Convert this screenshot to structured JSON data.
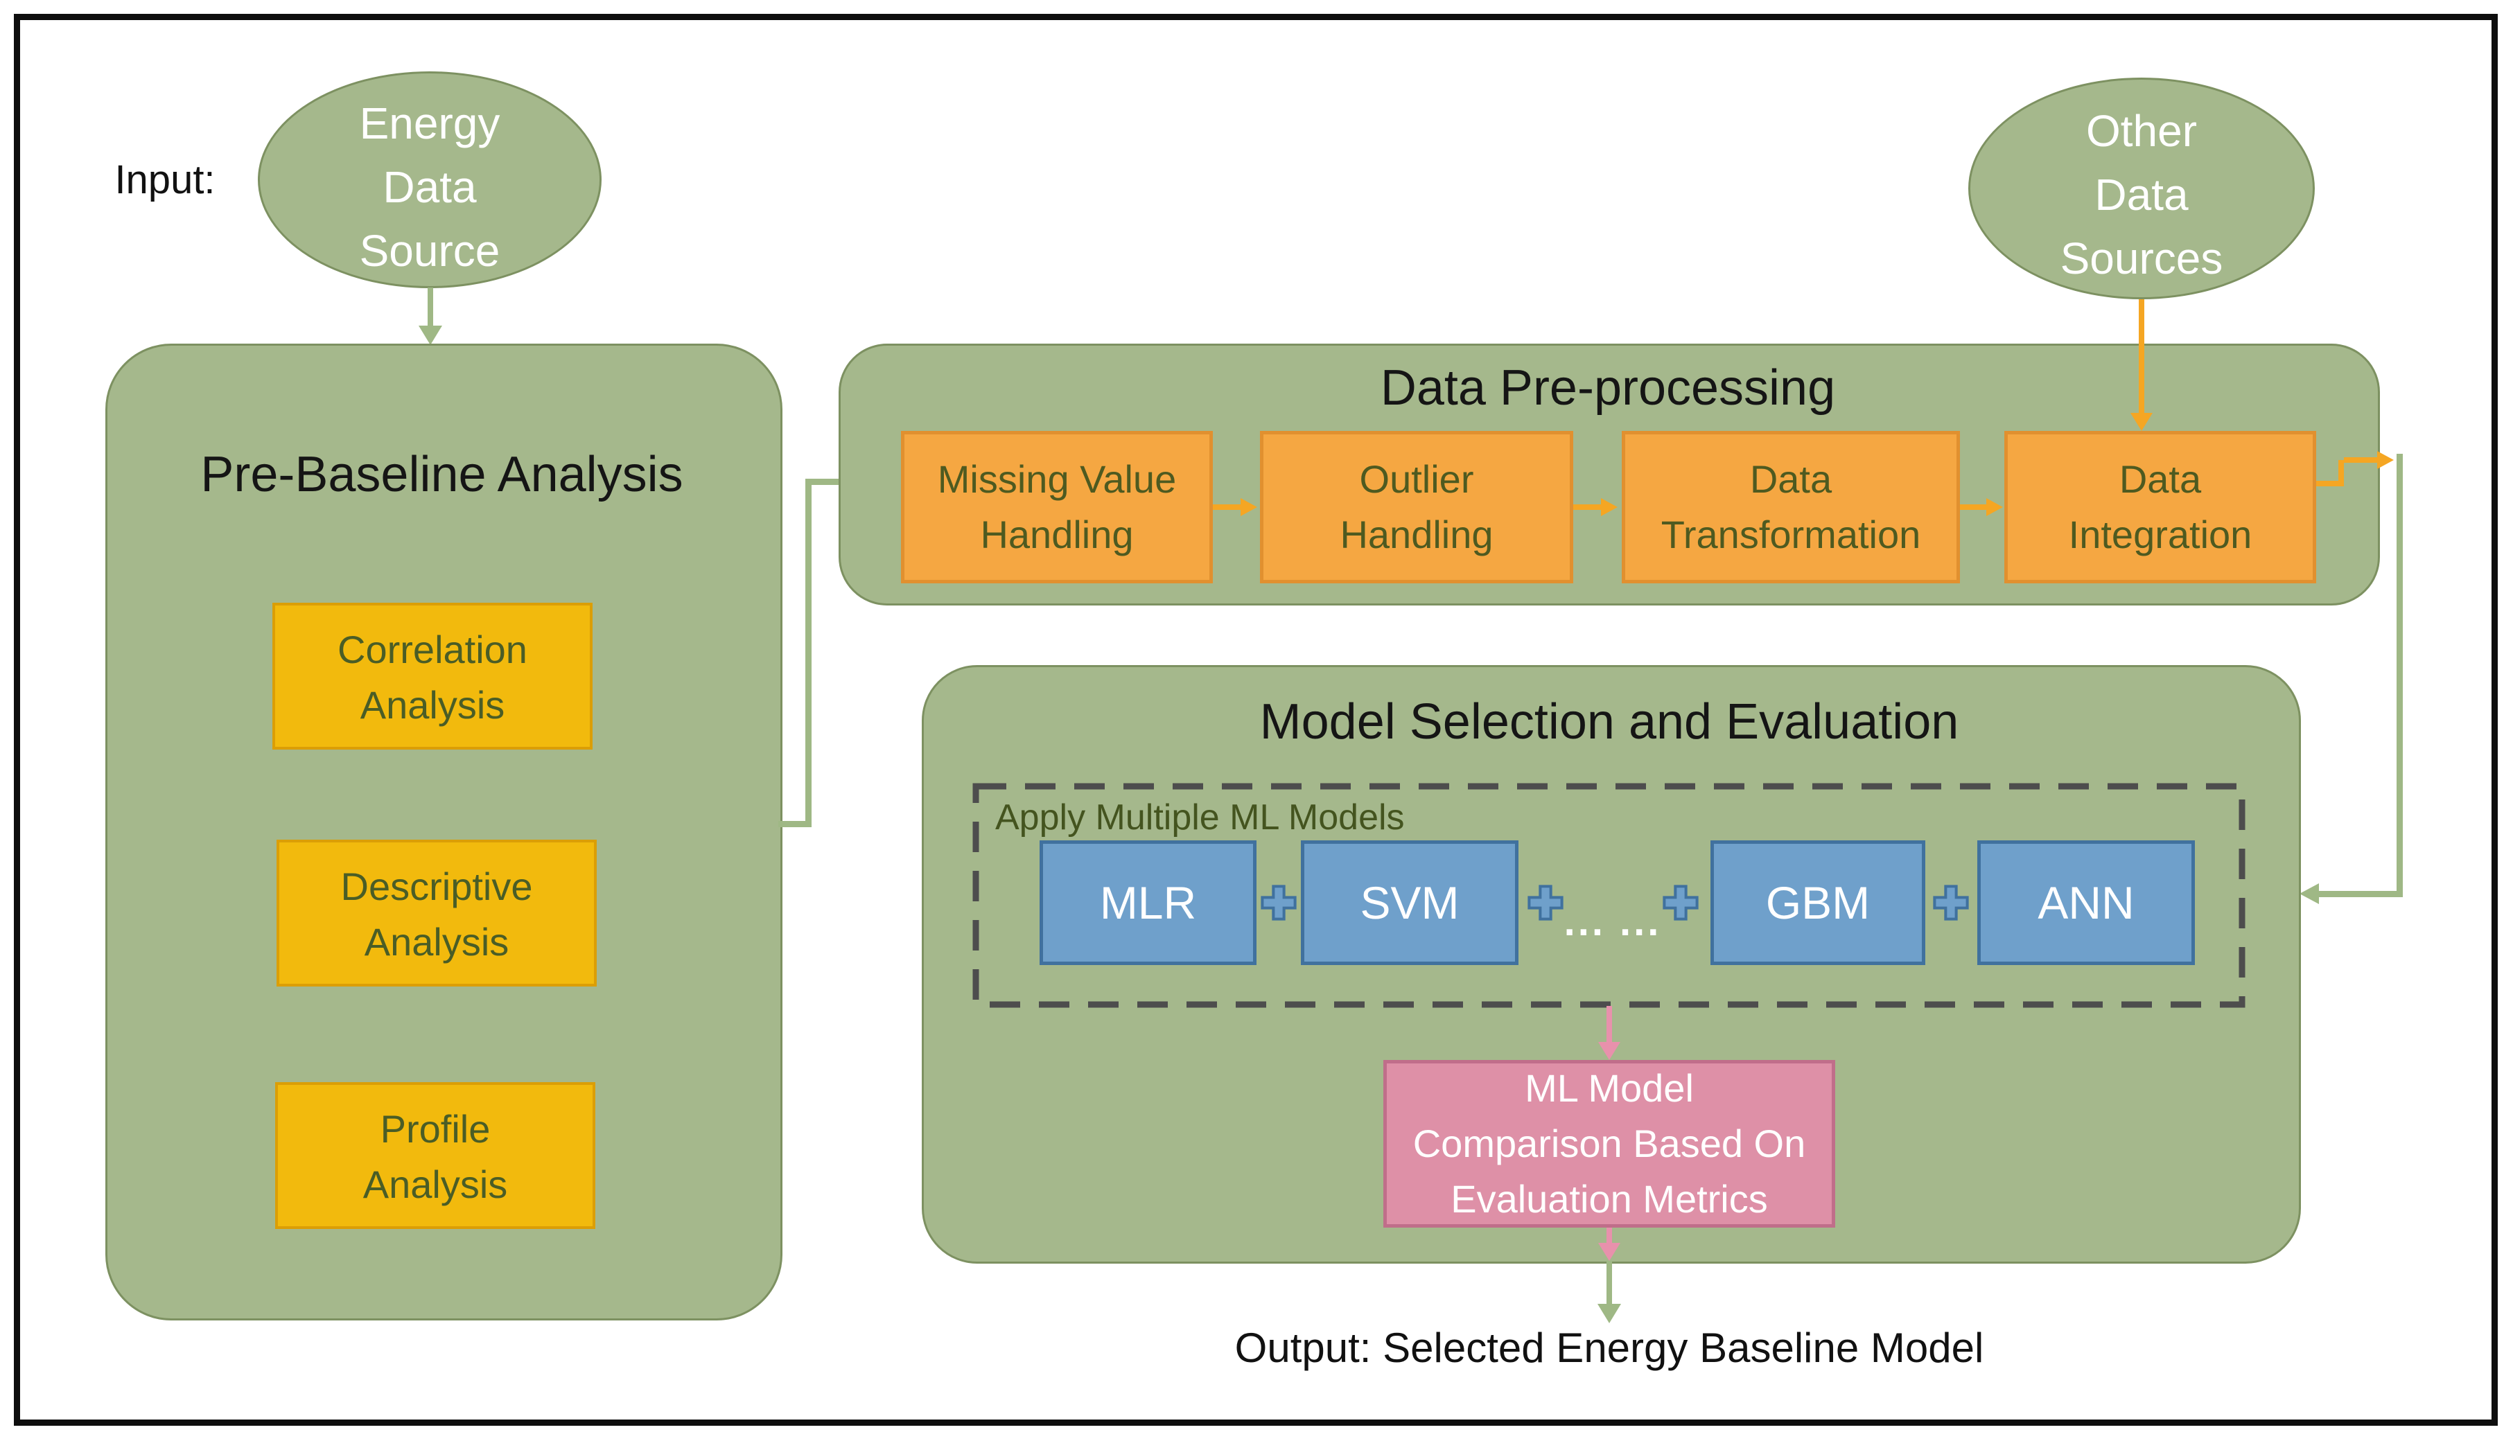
{
  "io": {
    "input_label": "Input:",
    "output_label": "Output: Selected Energy Baseline Model"
  },
  "sources": {
    "energy": {
      "line1": "Energy",
      "line2": "Data",
      "line3": "Source"
    },
    "other": {
      "line1": "Other",
      "line2": "Data",
      "line3": "Sources"
    }
  },
  "pre_baseline": {
    "title": "Pre-Baseline Analysis",
    "steps": [
      {
        "line1": "Correlation",
        "line2": "Analysis"
      },
      {
        "line1": "Descriptive",
        "line2": "Analysis"
      },
      {
        "line1": "Profile",
        "line2": "Analysis"
      }
    ]
  },
  "pre_processing": {
    "title": "Data Pre-processing",
    "steps": [
      {
        "line1": "Missing Value",
        "line2": "Handling"
      },
      {
        "line1": "Outlier",
        "line2": "Handling"
      },
      {
        "line1": "Data",
        "line2": "Transformation"
      },
      {
        "line1": "Data",
        "line2": "Integration"
      }
    ]
  },
  "model_selection": {
    "title": "Model Selection and Evaluation",
    "apply_label": "Apply Multiple ML Models",
    "models": [
      "MLR",
      "SVM",
      "GBM",
      "ANN"
    ],
    "ellipsis": "... ...",
    "comparison": {
      "line1": "ML Model",
      "line2": "Comparison Based On",
      "line3": "Evaluation Metrics"
    }
  },
  "colors": {
    "panel_green": "#A5B88C",
    "panel_green_border": "#7D9161",
    "arrow_green": "#9FB885",
    "orange_fill": "#F5A742",
    "orange_border": "#E1902F",
    "orange_arrow": "#F5A623",
    "yellow_fill": "#F2BA0D",
    "yellow_border": "#DB9E06",
    "blue_fill": "#6FA0CB",
    "blue_border": "#40719E",
    "pink_fill": "#DE90A7",
    "pink_border": "#C06E8A",
    "pink_arrow": "#E891AC",
    "dashed_border": "#4D4D4D",
    "frame": "#0E0E0E"
  }
}
